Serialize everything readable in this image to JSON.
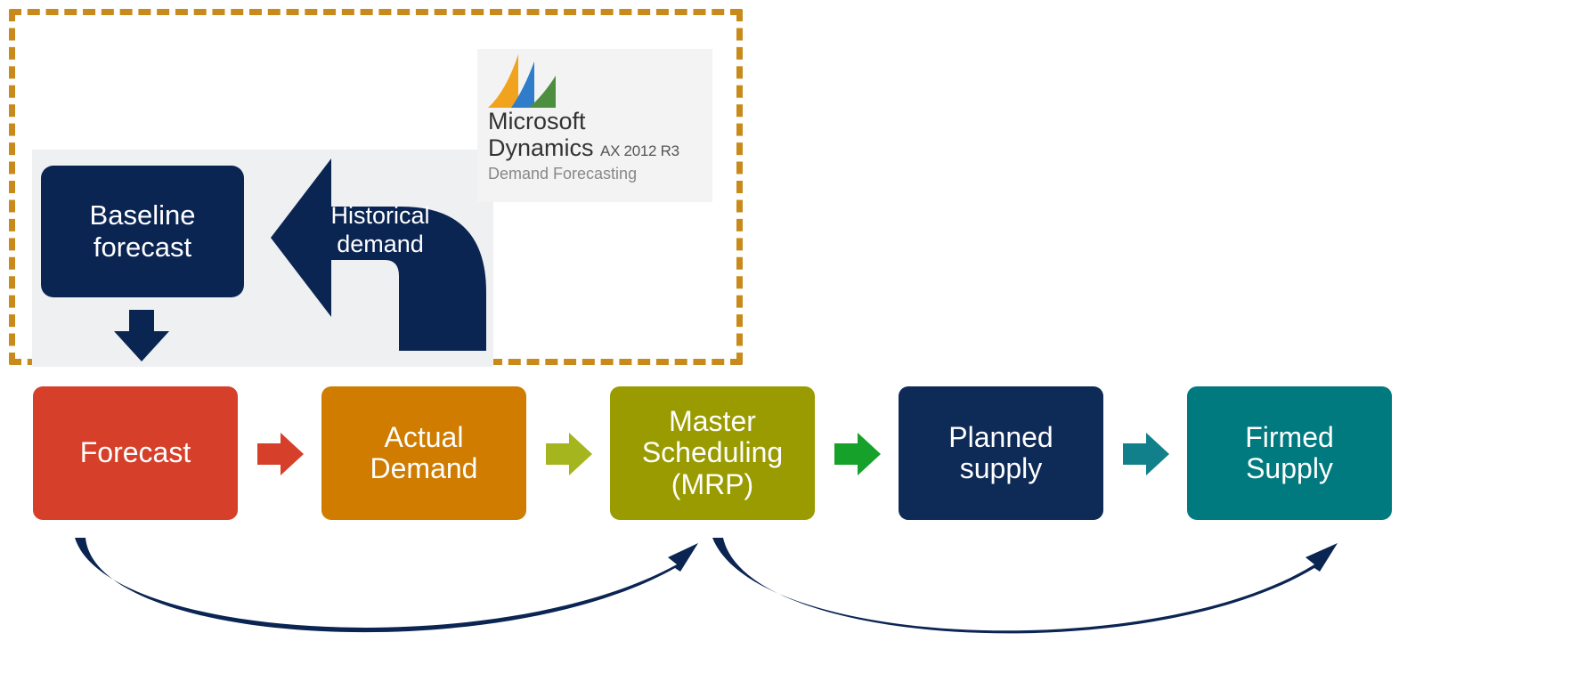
{
  "top_panel": {
    "baseline_label": "Baseline\nforecast",
    "historical_label": "Historical\ndemand",
    "logo": {
      "brand": "Microsoft",
      "product": "Dynamics",
      "version": "AX 2012 R3",
      "module": "Demand Forecasting"
    }
  },
  "process_steps": [
    {
      "label": "Forecast",
      "color": "#d6402a"
    },
    {
      "label": "Actual\nDemand",
      "color": "#cf7c00"
    },
    {
      "label": "Master\nScheduling\n(MRP)",
      "color": "#999b00"
    },
    {
      "label": "Planned\nsupply",
      "color": "#0e2a56"
    },
    {
      "label": "Firmed\nSupply",
      "color": "#007a7f"
    }
  ],
  "arrow_colors": [
    "#d6402a",
    "#a5b51d",
    "#16a12a",
    "#12808a"
  ],
  "colors": {
    "navy": "#0b2553",
    "frame": "#c98a1c",
    "panel_bg": "#eef0f1"
  }
}
